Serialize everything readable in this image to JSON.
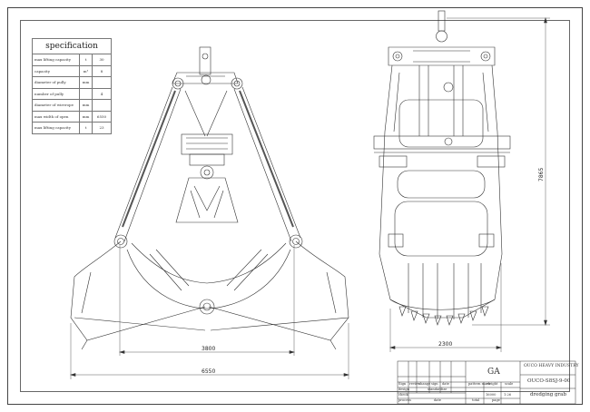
{
  "spec": {
    "title": "specification",
    "rows": [
      {
        "label": "max lifting capacity",
        "unit": "t",
        "value": "30"
      },
      {
        "label": "capacity",
        "unit": "m³",
        "value": "8"
      },
      {
        "label": "diameter of pully",
        "unit": "mm",
        "value": ""
      },
      {
        "label": "number of pully",
        "unit": "",
        "value": "4"
      },
      {
        "label": "diameter of wirerope",
        "unit": "mm",
        "value": ""
      },
      {
        "label": "max width of open",
        "unit": "mm",
        "value": "6550"
      },
      {
        "label": "max lifting capacity",
        "unit": "t",
        "value": "23"
      }
    ]
  },
  "dimensions": {
    "inner_width": "3800",
    "overall_width": "6550",
    "side_width": "2300",
    "height": "7865"
  },
  "titleblock": {
    "code": "GA",
    "company": "OUCO HEAVY INDUSTRY",
    "drawing_no": "OUCO-S8SJ-9-00",
    "name": "dredging grab",
    "labels": {
      "sign": "Sign",
      "review": "review",
      "change": "change",
      "sign2": "sign",
      "date": "date",
      "design": "design",
      "standardize": "standardize",
      "pattern_mark": "pattern mark",
      "weight": "weight",
      "scale": "scale",
      "check": "check",
      "process": "process",
      "date2": "date",
      "total": "total",
      "page": "page"
    },
    "weight_value": "16000",
    "scale_value": "1:26"
  }
}
